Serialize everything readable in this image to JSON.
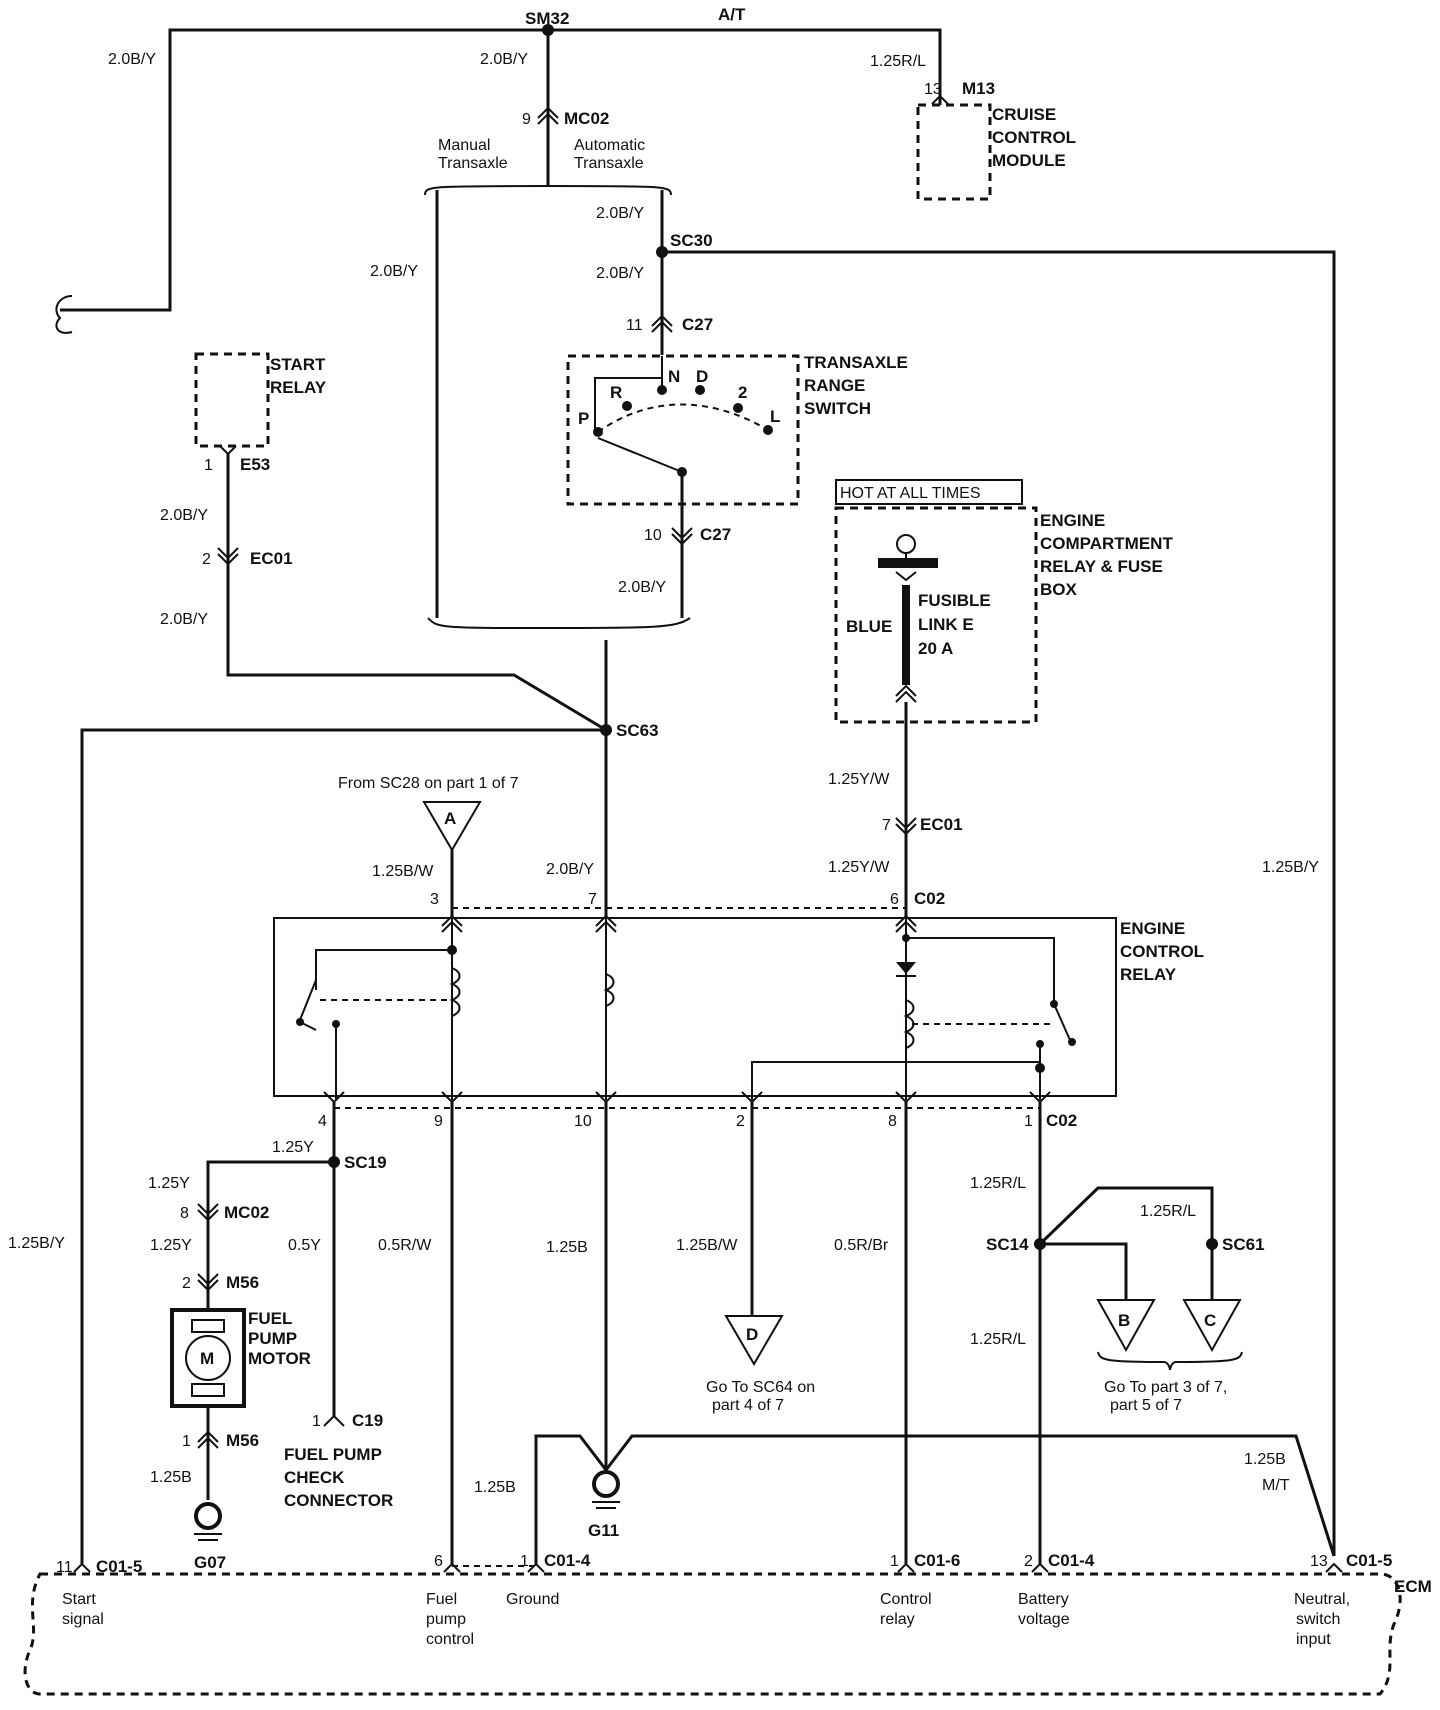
{
  "splices": {
    "sm32": "SM32",
    "sc30": "SC30",
    "sc63": "SC63",
    "sc19": "SC19",
    "sc14": "SC14",
    "sc61": "SC61"
  },
  "top": {
    "at_label": "A/T",
    "wire_left": "2.0B/Y",
    "wire_mid": "2.0B/Y",
    "wire_right": "1.25R/L"
  },
  "cruise": {
    "pin": "13",
    "conn": "M13",
    "name_l1": "CRUISE",
    "name_l2": "CONTROL",
    "name_l3": "MODULE"
  },
  "mc02_top": {
    "pin": "9",
    "conn": "MC02"
  },
  "transaxle": {
    "manual_l1": "Manual",
    "manual_l2": "Transaxle",
    "auto_l1": "Automatic",
    "auto_l2": "Transaxle",
    "wire_manual": "2.0B/Y",
    "wire_sc30_above": "2.0B/Y",
    "wire_sc30_below": "2.0B/Y",
    "c27_top_pin": "11",
    "c27_top": "C27",
    "c27_bot_pin": "10",
    "c27_bot": "C27",
    "wire_below_c27": "2.0B/Y",
    "switch_l1": "TRANSAXLE",
    "switch_l2": "RANGE",
    "switch_l3": "SWITCH",
    "pos_p": "P",
    "pos_r": "R",
    "pos_n": "N",
    "pos_d": "D",
    "pos_2": "2",
    "pos_l": "L"
  },
  "start_relay": {
    "name_l1": "START",
    "name_l2": "RELAY",
    "pin": "1",
    "conn": "E53",
    "wire1": "2.0B/Y",
    "ec01_pin": "2",
    "ec01": "EC01",
    "wire2": "2.0B/Y"
  },
  "fuse_box": {
    "hot": "HOT AT ALL TIMES",
    "name_l1": "ENGINE",
    "name_l2": "COMPARTMENT",
    "name_l3": "RELAY & FUSE",
    "name_l4": "BOX",
    "color": "BLUE",
    "fuse_l1": "FUSIBLE",
    "fuse_l2": "LINK E",
    "fuse_l3": "20 A",
    "wire_out": "1.25Y/W",
    "ec01_pin": "7",
    "ec01": "EC01",
    "wire_c02": "1.25Y/W"
  },
  "connector_a": {
    "letter": "A",
    "note": "From SC28 on part 1 of 7",
    "wire": "1.25B/W"
  },
  "wire_sc63_c02": "2.0B/Y",
  "wire_right_long": "1.25B/Y",
  "relay": {
    "name_l1": "ENGINE",
    "name_l2": "CONTROL",
    "name_l3": "RELAY",
    "top_pins": [
      "3",
      "7",
      "6"
    ],
    "top_conn": "C02",
    "bottom_pins": [
      "4",
      "9",
      "10",
      "2",
      "8",
      "1"
    ],
    "bottom_conn": "C02"
  },
  "fuel_pump": {
    "wire_sc19": "1.25Y",
    "wire1": "1.25Y",
    "mc02_pin": "8",
    "mc02": "MC02",
    "wire2": "1.25Y",
    "m56_top_pin": "2",
    "m56_top": "M56",
    "motor_symbol": "M",
    "name_l1": "FUEL",
    "name_l2": "PUMP",
    "name_l3": "MOTOR",
    "m56_bot_pin": "1",
    "m56_bot": "M56",
    "wire3": "1.25B",
    "ground": "G07"
  },
  "check_conn": {
    "wire": "0.5Y",
    "pin": "1",
    "conn": "C19",
    "name_l1": "FUEL PUMP",
    "name_l2": "CHECK",
    "name_l3": "CONNECTOR"
  },
  "wires_bottom": {
    "left": "1.25B/Y",
    "pin9": "0.5R/W",
    "pin10": "1.25B",
    "pin2": "1.25B/W",
    "pin8": "0.5R/Br",
    "pin1_top": "1.25R/L",
    "pin1_bot": "1.25R/L",
    "sc61": "1.25R/L",
    "ground_left": "1.25B",
    "ground_right": "1.25B",
    "mt": "M/T"
  },
  "connector_d": {
    "letter": "D",
    "note_l1": "Go To SC64 on",
    "note_l2": "part 4 of 7"
  },
  "connector_b": {
    "letter": "B"
  },
  "connector_c": {
    "letter": "C"
  },
  "bc_note": {
    "l1": "Go To part 3 of 7,",
    "l2": "part  5 of 7"
  },
  "g11": "G11",
  "ecm": {
    "name": "ECM",
    "pins": [
      {
        "pin": "11",
        "conn": "C01-5",
        "label_l1": "Start",
        "label_l2": "signal",
        "label_l3": ""
      },
      {
        "pin": "6",
        "conn": "",
        "label_l1": "Fuel",
        "label_l2": "pump",
        "label_l3": "control"
      },
      {
        "pin": "1",
        "conn": "C01-4",
        "label_l1": "Ground",
        "label_l2": "",
        "label_l3": ""
      },
      {
        "pin": "1",
        "conn": "C01-6",
        "label_l1": "Control",
        "label_l2": "relay",
        "label_l3": ""
      },
      {
        "pin": "2",
        "conn": "C01-4",
        "label_l1": "Battery",
        "label_l2": "voltage",
        "label_l3": ""
      },
      {
        "pin": "13",
        "conn": "C01-5",
        "label_l1": "Neutral,",
        "label_l2": "switch",
        "label_l3": "input"
      }
    ]
  }
}
